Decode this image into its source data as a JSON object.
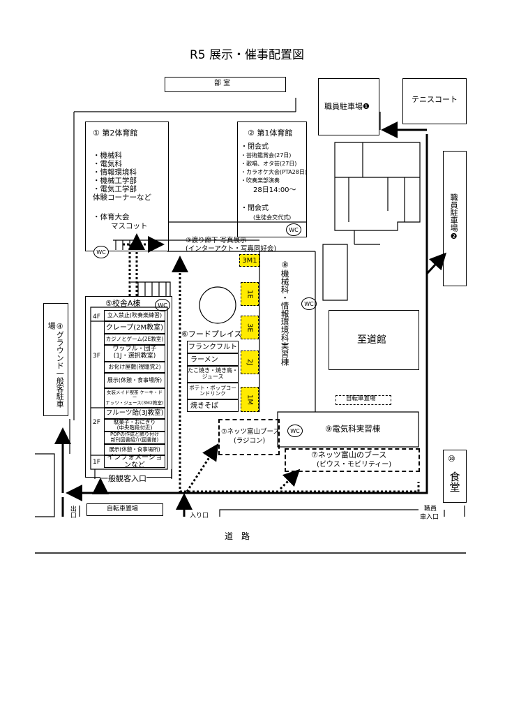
{
  "title": "R5 展示・催事配置図",
  "buildings": {
    "bushitsu": "部 室",
    "staff_parking_1": "職員駐車場❶",
    "tennis": "テニスコート",
    "staff_parking_2": "職員駐車場❷",
    "gym2": {
      "title": "① 第2体育館",
      "lines": [
        "・機械科",
        "・電気科",
        "・情報環境科",
        "・機械工学部",
        "・電気工学部",
        "体験コーナーなど"
      ],
      "sports_1": "・体育大会",
      "sports_2": "マスコット"
    },
    "gym1": {
      "title": "② 第1体育館",
      "closing": "・閉会式",
      "lines": [
        "・芸術鑑賞会(27日)",
        "・歌唱、オタ芸(27日)",
        "・カラオケ大会(PTA28日)",
        "・吹奏楽部演奏"
      ],
      "time": "28日14:00～",
      "closing2": "・閉会式",
      "closing2_sub": "(生徒会交代式)"
    },
    "corridor": {
      "line1": "③渡り廊下 写真展示",
      "line2": "(インターアクト・写真同好会)"
    },
    "ground": "④グラウンド一般客駐車場",
    "schoolA": {
      "title": "⑤校舎A棟",
      "floor4": "4F",
      "floor3": "3F",
      "floor2": "2F",
      "floor1": "1F",
      "rooms": {
        "r4f": "立入禁止(吹奏楽練習)",
        "crepe": "クレープ(2M教室)",
        "casino": "カジノとゲーム(2E教室)",
        "waffle_1": "ワッフル・団子",
        "waffle_2": "(1J・選択教室)",
        "haunted": "お化け屋敷(視聴覚2)",
        "rest3": "展示(休憩・食事場所)",
        "maid_1": "女装メイド喫茶 ケーキ・ドー",
        "maid_2": "ナッツ・ジュース(3M2教室)",
        "fruit": "フルーツ飴(3J教室)",
        "dagashi_1": "駄菓子・おにぎり",
        "dagashi_2": "(中央階段付近)",
        "pop_1": "POPの作成と飾り付け",
        "pop_2": "新刊図書紹介(図書館)",
        "rest2": "展示(休憩・食事場所)",
        "info": "インフォメーションなど"
      },
      "entrance": "一般観客入口"
    },
    "food": {
      "title": "⑥フードプレイス",
      "stalls": [
        "フランクフルト",
        "ラーメン",
        "たこ焼き・焼き鳥・ジュース",
        "ポテト・ポップコーンドリンク",
        "焼きそば"
      ]
    },
    "labs": "⑧機械科・情報環境科実習棟",
    "shidokan": "至道館",
    "bike_parking": "自転車置場",
    "bike_parking2": "自転車置場",
    "elec_lab": "⑨電気科実習棟",
    "netz1": {
      "line1": "⑦ネッツ富山ブース",
      "line2": "(ラジコン)"
    },
    "netz2": {
      "line1": "⑦ネッツ富山のブース",
      "line2": "(ビウス・モビリティー)"
    },
    "cafeteria_num": "⑩",
    "cafeteria": "食堂"
  },
  "yellow_booths": [
    "3M1",
    "1E",
    "3E",
    "2J",
    "1M"
  ],
  "wc": "WC",
  "gates": {
    "exit": "出口",
    "entry": "入り口",
    "staff_entry_1": "職員",
    "staff_entry_2": "車入口"
  },
  "road": "道　路"
}
